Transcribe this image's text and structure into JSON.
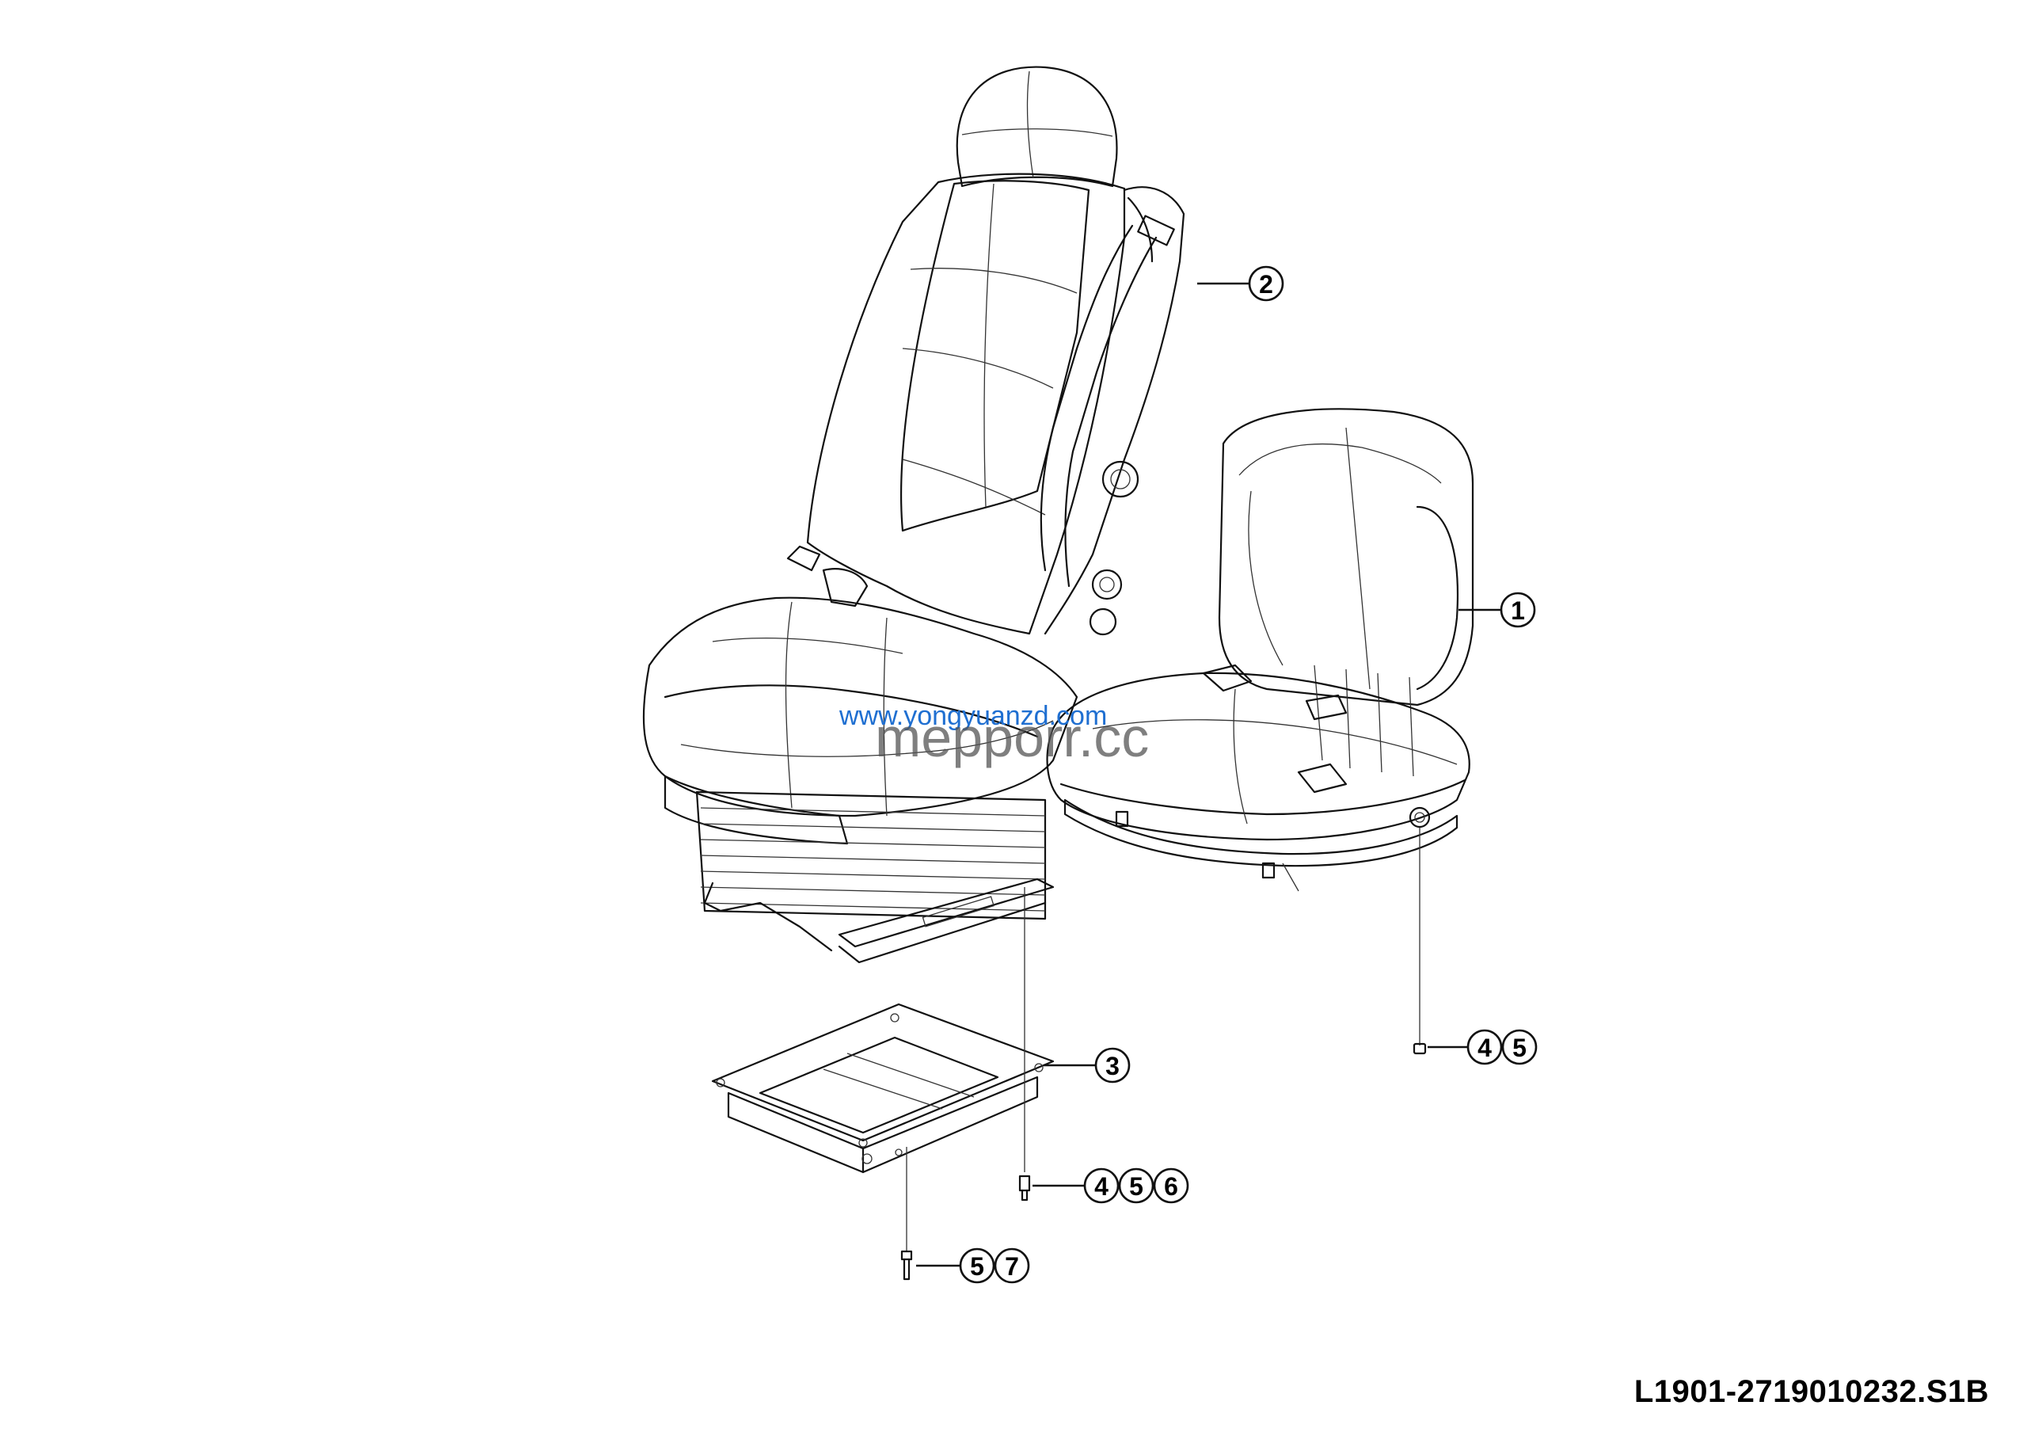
{
  "drawing_code": "L1901-2719010232.S1B",
  "watermark": {
    "line1": "www.yongyuanzd.com",
    "line2": "mepporr.cc",
    "color1": "#1f6fd1",
    "color2": "#555555"
  },
  "callouts": [
    {
      "id": "c1",
      "numbers": [
        "1"
      ]
    },
    {
      "id": "c2",
      "numbers": [
        "2"
      ]
    },
    {
      "id": "c3",
      "numbers": [
        "3"
      ]
    },
    {
      "id": "c4",
      "numbers": [
        "4",
        "5"
      ]
    },
    {
      "id": "c5",
      "numbers": [
        "4",
        "5",
        "6"
      ]
    },
    {
      "id": "c6",
      "numbers": [
        "5",
        "7"
      ]
    }
  ]
}
